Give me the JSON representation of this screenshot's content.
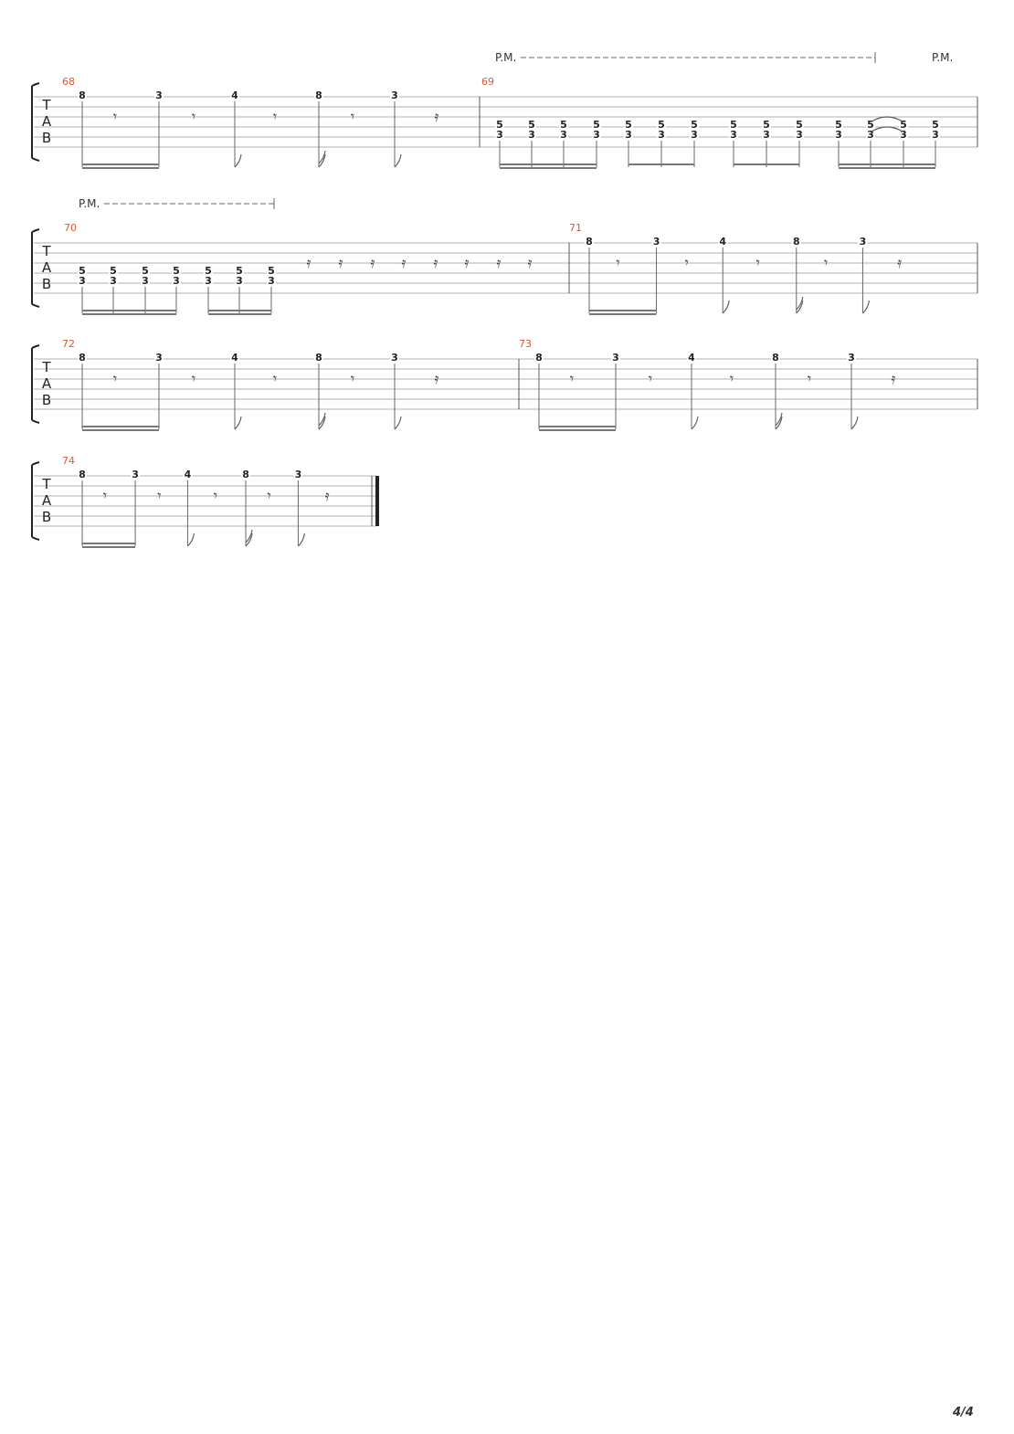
{
  "page": {
    "number": "4/4"
  },
  "tab_label": [
    "T",
    "A",
    "B"
  ],
  "palm_mute_label": "P.M.",
  "measures": [
    {
      "number": "68",
      "frets": [
        "8",
        "3",
        "4",
        "8",
        "3"
      ]
    },
    {
      "number": "69",
      "frets": [
        "5",
        "3",
        "5",
        "3",
        "5",
        "3",
        "5",
        "3",
        "5",
        "3",
        "5",
        "3",
        "5",
        "3",
        "5",
        "3",
        "5",
        "3",
        "5",
        "3",
        "5",
        "3",
        "5",
        "3",
        "5",
        "3",
        "5",
        "3"
      ]
    },
    {
      "number": "70",
      "frets": [
        "5",
        "3",
        "5",
        "3",
        "5",
        "3",
        "5",
        "3",
        "5",
        "3",
        "5",
        "3",
        "5",
        "3"
      ]
    },
    {
      "number": "71",
      "frets": [
        "8",
        "3",
        "4",
        "8",
        "3"
      ]
    },
    {
      "number": "72",
      "frets": [
        "8",
        "3",
        "4",
        "8",
        "3"
      ]
    },
    {
      "number": "73",
      "frets": [
        "8",
        "3",
        "4",
        "8",
        "3"
      ]
    },
    {
      "number": "74",
      "frets": [
        "8",
        "3",
        "4",
        "8",
        "3"
      ]
    }
  ]
}
